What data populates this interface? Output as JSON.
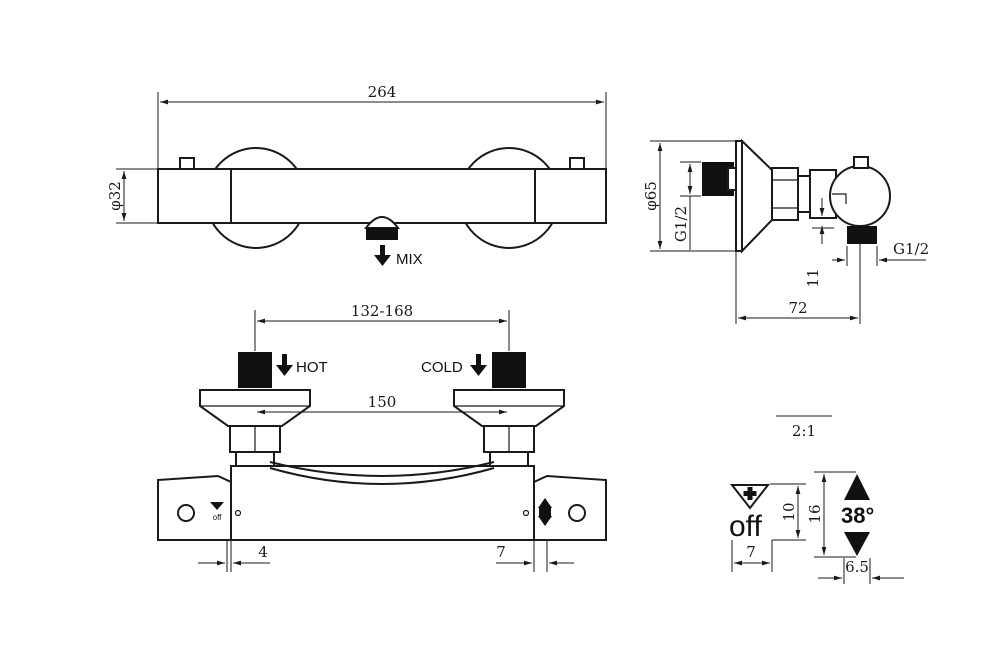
{
  "dimensions": {
    "overall_length": "264",
    "body_diameter": "φ32",
    "center_distance_range": "132-168",
    "center_distance": "150",
    "left_offset": "4",
    "right_offset": "7",
    "flange_diameter": "φ65",
    "inlet_thread": "G1/2",
    "outlet_thread": "G1/2",
    "outlet_height": "11",
    "depth": "72",
    "scale": "2:1",
    "knob_height": "10",
    "knob_total_height": "16",
    "knob_offset": "7",
    "knob_width": "6.5"
  },
  "labels": {
    "mix": "MIX",
    "hot": "HOT",
    "cold": "COLD",
    "off_large": "off",
    "off_small": "off",
    "temperature": "38°"
  }
}
